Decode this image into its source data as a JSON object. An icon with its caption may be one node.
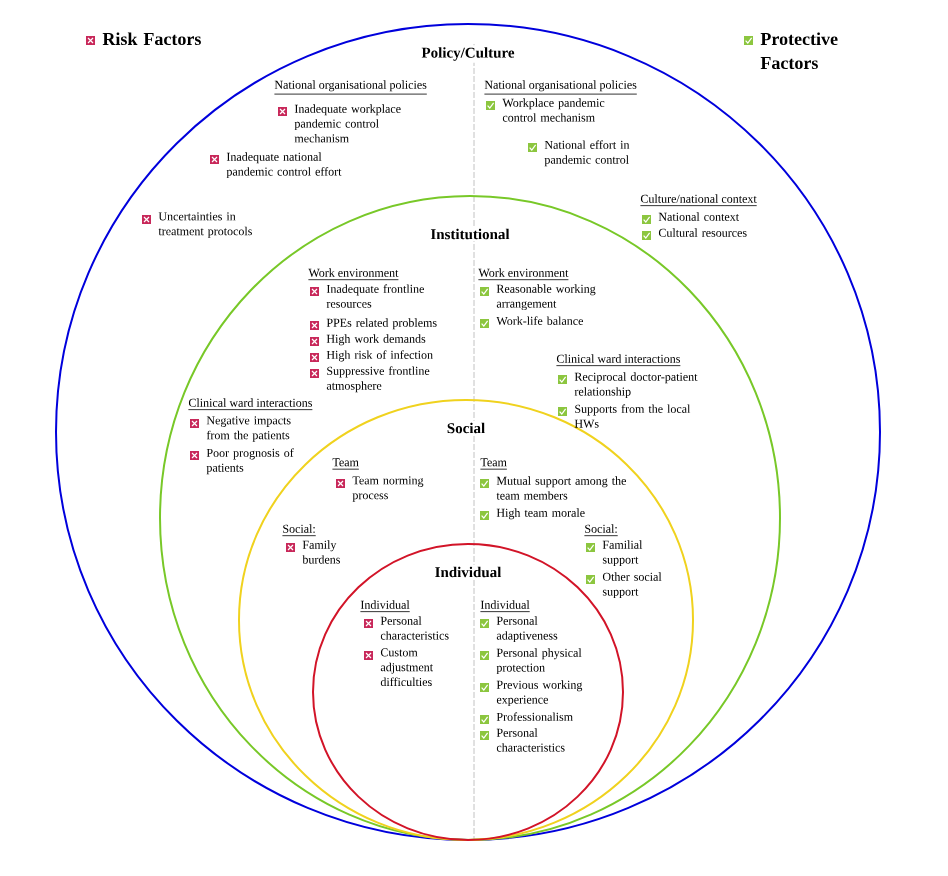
{
  "diagram": {
    "nodes": [
      {
        "text": [
          "Policy/Culture"
        ]
      },
      {
        "text": [
          "Institutional"
        ],
        "in": 0
      },
      {
        "text": [
          "Social"
        ],
        "in": 1
      },
      {
        "text": [
          "Individual"
        ],
        "in": 2
      }
    ],
    "labels": [
      "National organisational policies",
      "Inadequate workplace pandemic control mechanism",
      "Inadequate national pandemic control effort",
      "Uncertainties in treatment protocols",
      "Work environment",
      "Inadequate frontline resources",
      "PPEs related problems",
      "High work demands",
      "High risk of infection",
      "Suppressive frontline atmosphere",
      "Clinical ward interactions",
      "Negative impacts from the patients",
      "Poor prognosis of patients",
      "Team",
      "Team norming process",
      "Social:",
      "Family burdens",
      "Individual",
      "Personal characteristics",
      "Custom adjustment difficulties",
      "National organisational policies",
      "Workplace pandemic control mechanism",
      "National effort in pandemic control",
      "Culture/national context",
      "National context",
      "Cultural resources",
      "Work environment",
      "Reasonable working arrangement",
      "Work-life balance",
      "Clinical ward interactions",
      "Reciprocal doctor-patient relationship",
      "Supports from the local HWs",
      "Team",
      "Mutual support among the team members",
      "High team morale",
      "Social:",
      "Familial support",
      "Other social support",
      "Individual",
      "Personal adaptiveness",
      "Personal physical protection",
      "Previous working experience",
      "Professionalism",
      "Personal characteristics"
    ],
    "legend": [
      {
        "text": "Risk Factors",
        "color": "#c8285a"
      },
      {
        "text": "Protective Factors",
        "color": "#8cc63f"
      }
    ]
  }
}
